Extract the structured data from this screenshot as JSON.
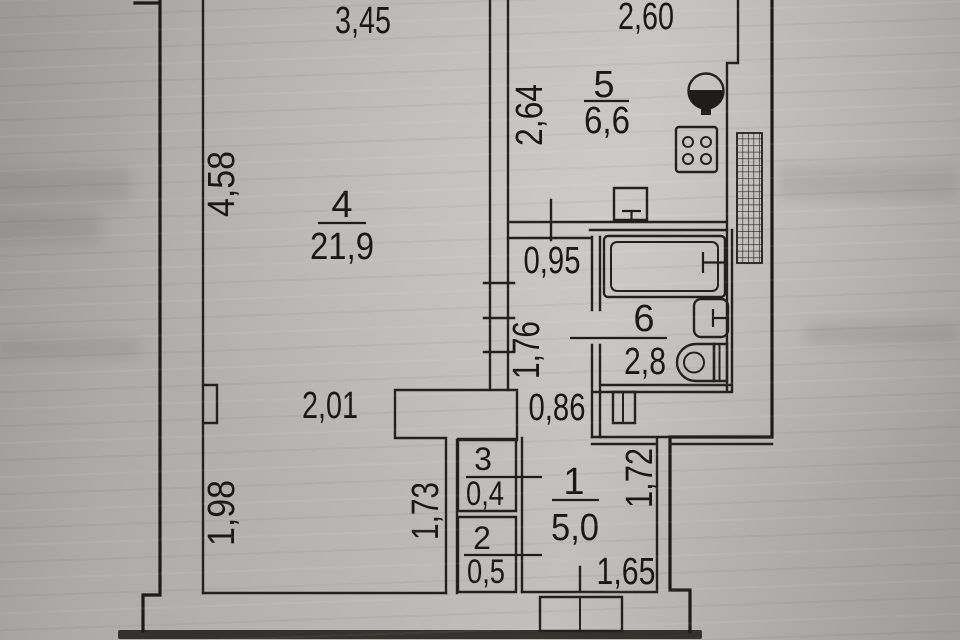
{
  "photo": {
    "paper_color": "#b7b5b3",
    "ink_color": "#1e1d1b",
    "description": "scanned BTI apartment floor plan"
  },
  "rooms": [
    {
      "id": "4",
      "area": "21,9"
    },
    {
      "id": "5",
      "area": "6,6"
    },
    {
      "id": "6",
      "area": "2,8"
    },
    {
      "id": "1",
      "area": "5,0"
    },
    {
      "id": "3",
      "area": "0,4"
    },
    {
      "id": "2",
      "area": "0,5"
    }
  ],
  "dims": {
    "room4_top": "3,45",
    "kitchen_top": "2,60",
    "room4_left": "4,58",
    "kitchen_left": "2,64",
    "corridor_w": "0,95",
    "corridor_h": "1,76",
    "room4_lower_w": "2,01",
    "passage_w": "0,86",
    "room4_lower_h": "1,98",
    "closets_h": "1,73",
    "hall_h": "1,72",
    "hall_w": "1,65"
  },
  "icons": {
    "kitchen": [
      "sink-half-filled-circle-icon",
      "four-burner-stove-icon",
      "boiler-box-icon",
      "hatched-vent-shaft-icon"
    ],
    "bathroom": [
      "bathtub-icon",
      "washbasin-icon",
      "toilet-with-cistern-icon",
      "duct-box-icon"
    ],
    "entry": [
      "entry-steps-icon"
    ]
  }
}
